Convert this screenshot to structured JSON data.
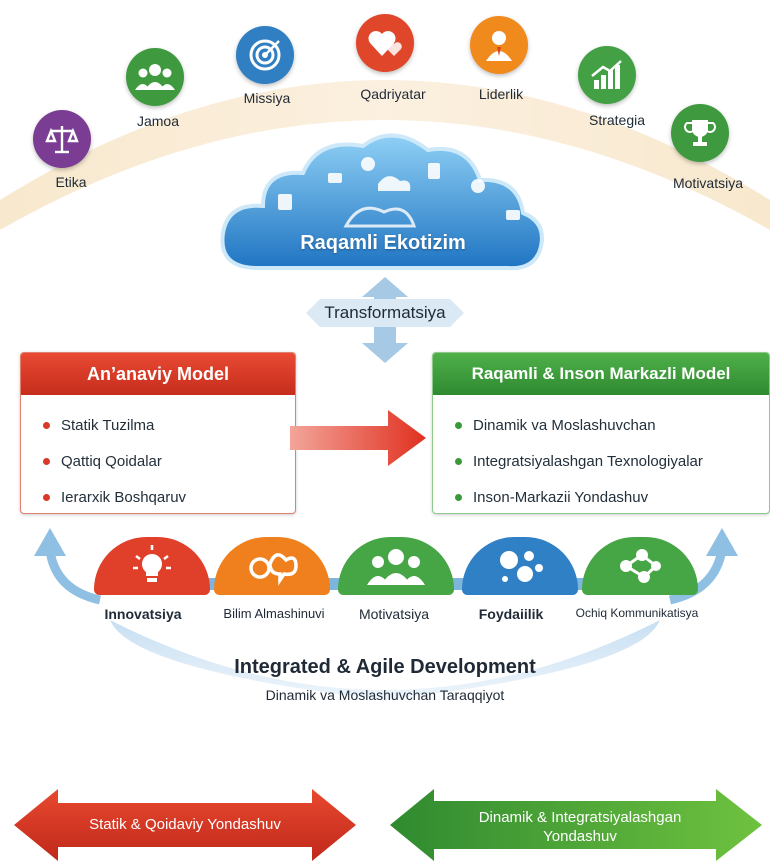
{
  "top_values": [
    {
      "label": "Etika",
      "icon": "scales-icon",
      "color": "#7b3d93"
    },
    {
      "label": "Jamoa",
      "icon": "team-icon",
      "color": "#3f9a3f"
    },
    {
      "label": "Missiya",
      "icon": "target-icon",
      "color": "#2f7fc2"
    },
    {
      "label": "Qadriyatar",
      "icon": "hearts-icon",
      "color": "#e0472a"
    },
    {
      "label": "Liderlik",
      "icon": "leader-icon",
      "color": "#f08a1d"
    },
    {
      "label": "Strategia",
      "icon": "growth-chart-icon",
      "color": "#43a045"
    },
    {
      "label": "Motivatsiya",
      "icon": "trophy-icon",
      "color": "#3f9a3f"
    }
  ],
  "cloud": {
    "title": "Raqamli Ekotizim"
  },
  "transformation": {
    "label": "Transformatsiya"
  },
  "traditional_model": {
    "title": "An’anaviy Model",
    "color": "#d93a27",
    "items": [
      "Statik Tuzilma",
      "Qattiq Qoidalar",
      "Ierarxik Boshqaruv"
    ]
  },
  "digital_model": {
    "title": "Raqamli & Inson Markazli Model",
    "color": "#3a9a3a",
    "items": [
      "Dinamik va Moslashuvchan",
      "Integratsiyalashgan Texnologiyalar",
      "Inson-Markazii Yondashuv"
    ]
  },
  "pillars": [
    {
      "label": "Innovatsiya",
      "icon": "lightbulb-icon",
      "color": "#e0402a"
    },
    {
      "label": "Bilim Almashinuvi",
      "icon": "knowledge-exchange-icon",
      "color": "#f0801d"
    },
    {
      "label": "Motivatsiya",
      "icon": "people-icon",
      "color": "#46a544"
    },
    {
      "label": "Foydaiilik",
      "icon": "bubbles-icon",
      "color": "#2f80c5"
    },
    {
      "label": "Ochiq Kommunikatisya",
      "icon": "network-icon",
      "color": "#46a544"
    }
  ],
  "development": {
    "title": "Integrated & Agile Development",
    "subtitle": "Dinamik va Moslashuvchan Taraqqiyot"
  },
  "bottom_arrows": {
    "left": "Statik & Qoidaviy Yondashuv",
    "right_line1": "Dinamik & Integratsiyalashgan",
    "right_line2": "Yondashuv"
  }
}
